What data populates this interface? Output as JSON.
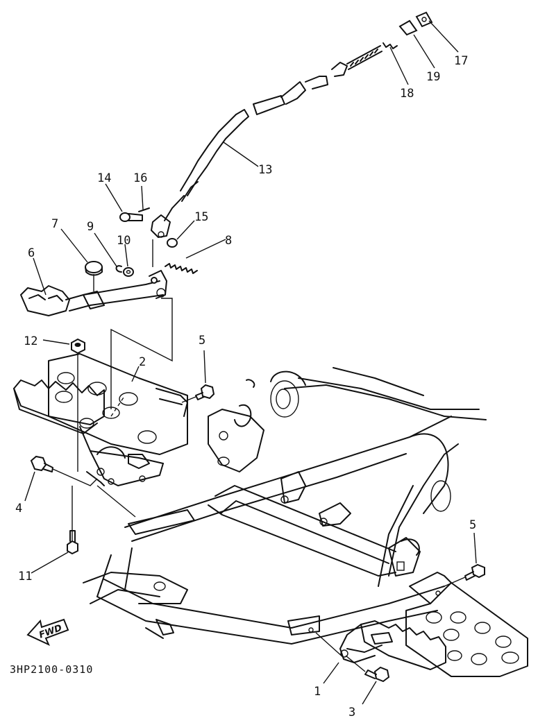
{
  "diagram": {
    "drawing_code": "3HP2100-0310",
    "direction_label": "FWD",
    "callouts": [
      {
        "id": "1",
        "label": "1"
      },
      {
        "id": "2",
        "label": "2"
      },
      {
        "id": "3",
        "label": "3"
      },
      {
        "id": "4",
        "label": "4"
      },
      {
        "id": "5a",
        "label": "5"
      },
      {
        "id": "5b",
        "label": "5"
      },
      {
        "id": "6",
        "label": "6"
      },
      {
        "id": "7",
        "label": "7"
      },
      {
        "id": "8",
        "label": "8"
      },
      {
        "id": "9",
        "label": "9"
      },
      {
        "id": "10",
        "label": "10"
      },
      {
        "id": "11",
        "label": "11"
      },
      {
        "id": "12",
        "label": "12"
      },
      {
        "id": "13",
        "label": "13"
      },
      {
        "id": "14",
        "label": "14"
      },
      {
        "id": "15",
        "label": "15"
      },
      {
        "id": "16",
        "label": "16"
      },
      {
        "id": "17",
        "label": "17"
      },
      {
        "id": "18",
        "label": "18"
      },
      {
        "id": "19",
        "label": "19"
      }
    ]
  }
}
